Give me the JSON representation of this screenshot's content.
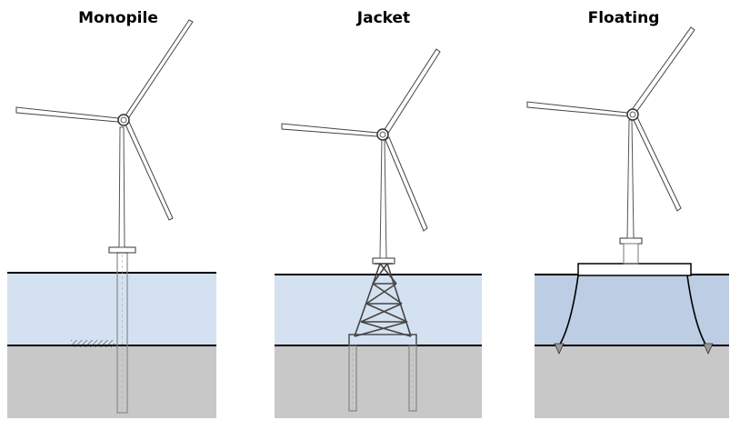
{
  "panels": [
    {
      "title": "Monopile"
    },
    {
      "title": "Jacket"
    },
    {
      "title": "Floating"
    }
  ],
  "colors": {
    "water": "#d4e1f0",
    "water_floating": "#bccde4",
    "seabed": "#c8c8c8",
    "outline": "#000000",
    "structure": "#555555",
    "blade": "#ffffff"
  }
}
